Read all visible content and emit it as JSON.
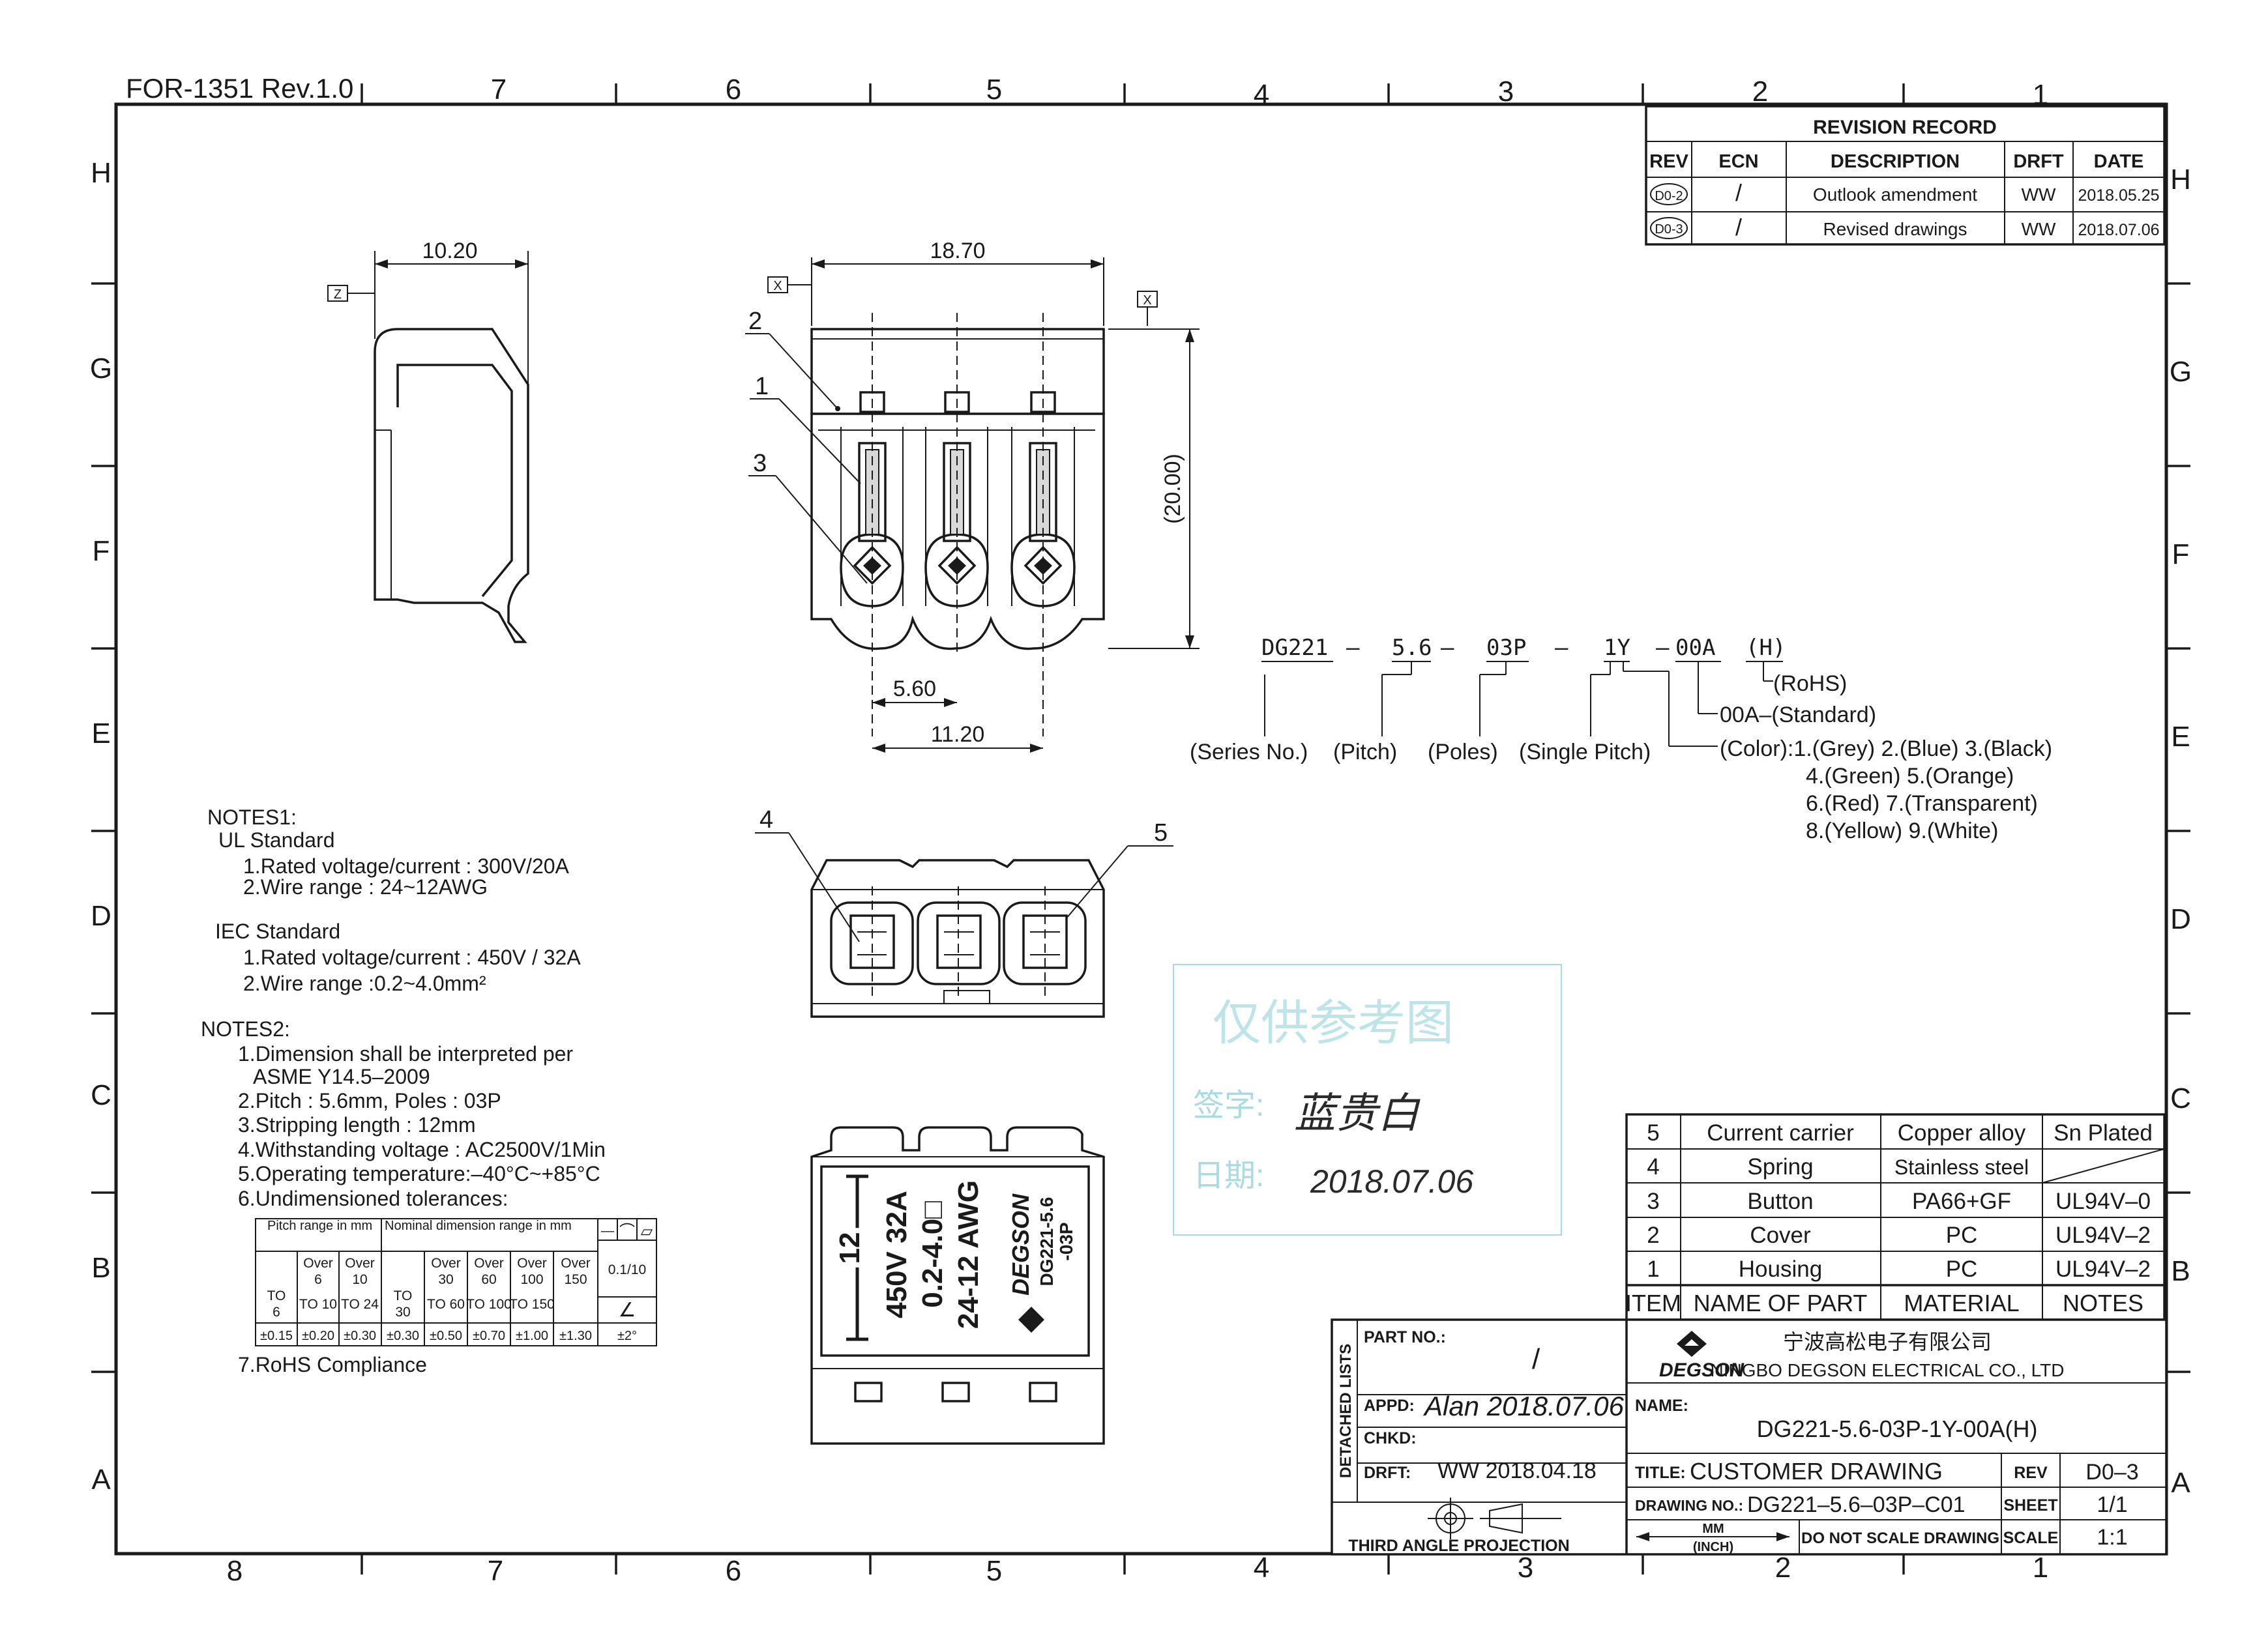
{
  "form_id": "FOR-1351 Rev.1.0",
  "grid": {
    "cols": [
      "8",
      "7",
      "6",
      "5",
      "4",
      "3",
      "2",
      "1"
    ],
    "rows": [
      "H",
      "G",
      "F",
      "E",
      "D",
      "C",
      "B",
      "A"
    ]
  },
  "revision_record": {
    "title": "REVISION RECORD",
    "headers": [
      "REV",
      "ECN",
      "DESCRIPTION",
      "DRFT",
      "DATE"
    ],
    "rows": [
      {
        "rev": "D0-2",
        "ecn": "/",
        "description": "Outlook amendment",
        "drft": "WW",
        "date": "2018.05.25"
      },
      {
        "rev": "D0-3",
        "ecn": "/",
        "description": "Revised drawings",
        "drft": "WW",
        "date": "2018.07.06"
      }
    ]
  },
  "dims": {
    "side_width": "10.20",
    "front_width": "18.70",
    "front_height": "(20.00)",
    "pitch": "5.60",
    "span": "11.20",
    "datum_z": "Z",
    "datum_x": "X"
  },
  "balloons": {
    "b1": "1",
    "b2": "2",
    "b3": "3",
    "b4": "4",
    "b5": "5"
  },
  "part_code": {
    "series": "DG221",
    "pitch": "5.6",
    "poles": "03P",
    "single_pitch": "1Y",
    "color_std": "00A",
    "rohs": "(H)",
    "dash1": "–",
    "dash2": "–",
    "dash3": "–",
    "dash4": "–",
    "lbl_series": "(Series No.)",
    "lbl_pitch": "(Pitch)",
    "lbl_poles": "(Poles)",
    "lbl_single": "(Single Pitch)",
    "lbl_rohs": "(RoHS)",
    "lbl_standard": "00A–(Standard)",
    "lbl_color1": "(Color):1.(Grey) 2.(Blue) 3.(Black)",
    "lbl_color2": "4.(Green) 5.(Orange)",
    "lbl_color3": "6.(Red) 7.(Transparent)",
    "lbl_color4": "8.(Yellow) 9.(White)"
  },
  "notes1": {
    "title": "NOTES1:",
    "ul_title": "UL Standard",
    "ul1": "1.Rated voltage/current :  300V/20A",
    "ul2": "2.Wire range :  24~12AWG",
    "iec_title": "IEC Standard",
    "iec1": "1.Rated voltage/current :  450V / 32A",
    "iec2": "2.Wire range :0.2~4.0mm²"
  },
  "notes2": {
    "title": "NOTES2:",
    "l1": "1.Dimension shall be interpreted per",
    "l1b": "ASME Y14.5–2009",
    "l2": "2.Pitch :  5.6mm, Poles :  03P",
    "l3": "3.Stripping length :  12mm",
    "l4": "4.Withstanding voltage :  AC2500V/1Min",
    "l5": "5.Operating temperature:–40°C~+85°C",
    "l6": "6.Undimensioned tolerances:",
    "l7": "7.RoHS Compliance"
  },
  "tolerance_table": {
    "h_pitch": "Pitch range in mm",
    "h_nominal": "Nominal dimension range in mm",
    "h_flat": "—",
    "h_round": "⌒",
    "h_par": "▱",
    "pitch_cols": [
      {
        "a": "",
        "b": "TO",
        "c": "6"
      },
      {
        "a": "Over",
        "b": "6",
        "c": "TO 10"
      },
      {
        "a": "Over",
        "b": "10",
        "c": "TO 24"
      }
    ],
    "nom_cols": [
      {
        "a": "",
        "b": "TO",
        "c": "30"
      },
      {
        "a": "Over",
        "b": "30",
        "c": "TO 60"
      },
      {
        "a": "Over",
        "b": "60",
        "c": "TO 100"
      },
      {
        "a": "Over",
        "b": "100",
        "c": "TO 150"
      },
      {
        "a": "Over",
        "b": "150",
        "c": ""
      }
    ],
    "flat_val": "0.1/10",
    "angle_sym": "∠",
    "tol_values": [
      "±0.15",
      "±0.20",
      "±0.30",
      "±0.30",
      "±0.50",
      "±0.70",
      "±1.00",
      "±1.30"
    ],
    "angle_val": "±2°"
  },
  "housing_marking": {
    "dim": "12",
    "rating": "450V 32A",
    "wire": "0.2-4.0□",
    "awg": "24-12 AWG",
    "brand": "DEGSON",
    "model": "DG221-5.6",
    "poles": "-03P"
  },
  "stamp": {
    "line1": "仅供参考图",
    "sign_label": "签字:",
    "signature": "蓝贵白",
    "date_label": "日期:",
    "date": "2018.07.06"
  },
  "bom": {
    "headers": [
      "ITEM",
      "NAME OF PART",
      "MATERIAL",
      "NOTES"
    ],
    "rows": [
      {
        "item": "5",
        "name": "Current carrier",
        "material": "Copper alloy",
        "notes": "Sn Plated"
      },
      {
        "item": "4",
        "name": "Spring",
        "material": "Stainless steel",
        "notes": ""
      },
      {
        "item": "3",
        "name": "Button",
        "material": "PA66+GF",
        "notes": "UL94V–0"
      },
      {
        "item": "2",
        "name": "Cover",
        "material": "PC",
        "notes": "UL94V–2"
      },
      {
        "item": "1",
        "name": "Housing",
        "material": "PC",
        "notes": "UL94V–2"
      }
    ]
  },
  "title_block": {
    "part_no_label": "PART NO.:",
    "part_no_value": "/",
    "detached": "DETACHED LISTS",
    "appd_label": "APPD:",
    "appd_value": "Alan 2018.07.06",
    "chkd_label": "CHKD:",
    "drft_label": "DRFT:",
    "drft_value": "WW 2018.04.18",
    "projection": "THIRD ANGLE PROJECTION",
    "company_cn": "宁波高松电子有限公司",
    "company_en": "NINGBO DEGSON ELECTRICAL CO., LTD",
    "logo": "DEGSON",
    "name_label": "NAME:",
    "name_value": "DG221-5.6-03P-1Y-00A(H)",
    "title_label": "TITLE:",
    "title_value": "CUSTOMER DRAWING",
    "rev_label": "REV",
    "rev_value": "D0–3",
    "dwg_label": "DRAWING NO.:",
    "dwg_value": "DG221–5.6–03P–C01",
    "sheet_label": "SHEET",
    "sheet_value": "1/1",
    "units_mm": "MM",
    "units_inch": "(INCH)",
    "no_scale": "DO NOT SCALE DRAWING",
    "scale_label": "SCALE",
    "scale_value": "1:1"
  }
}
